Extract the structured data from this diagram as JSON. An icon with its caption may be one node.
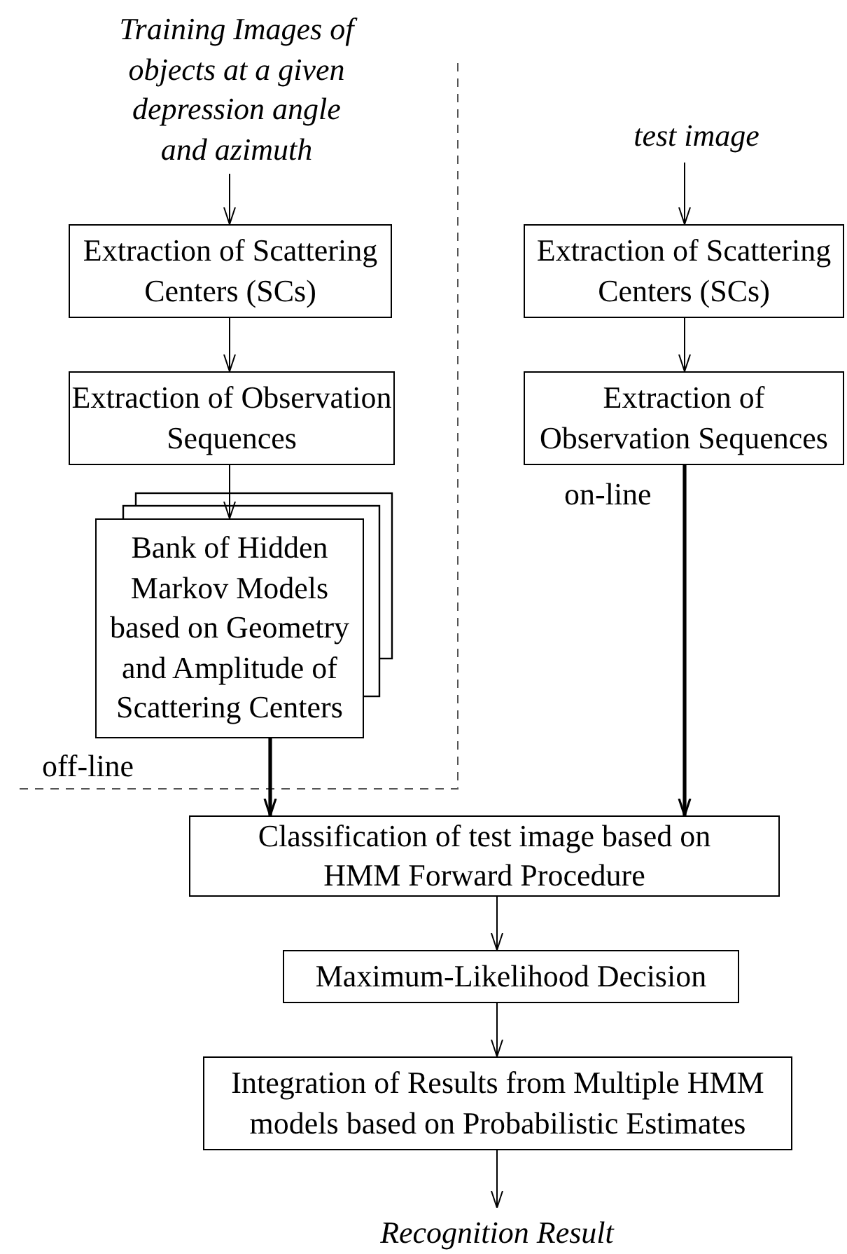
{
  "diagram": {
    "nodes": [
      {
        "text": [
          "Training Images of objects at a given depression angle and azimuth"
        ]
      },
      {
        "text": [
          "Extraction of Scattering Centers (SCs)"
        ]
      },
      {
        "text": [
          "Extraction of Observation Sequences"
        ]
      },
      {
        "text": [
          "Bank of Hidden Markov Models based on Geometry and Amplitude of Scattering Centers"
        ]
      },
      {
        "text": [
          "test image"
        ]
      },
      {
        "text": [
          "Extraction of Scattering Centers (SCs)"
        ]
      },
      {
        "text": [
          "Extraction of Observation Sequences"
        ]
      },
      {
        "text": [
          "Classification of test image based on HMM Forward Procedure"
        ]
      },
      {
        "text": [
          "Maximum-Likelihood Decision"
        ]
      },
      {
        "text": [
          "Integration of Results from Multiple HMM models based on Probabilistic Estimates"
        ]
      },
      {
        "text": [
          "Recognition Result"
        ]
      }
    ],
    "edges": [
      {
        "from": 0,
        "to": 1,
        "arrow": "to"
      },
      {
        "from": 1,
        "to": 2,
        "arrow": "to"
      },
      {
        "from": 2,
        "to": 3,
        "arrow": "to"
      },
      {
        "from": 4,
        "to": 5,
        "arrow": "to"
      },
      {
        "from": 5,
        "to": 6,
        "arrow": "to"
      },
      {
        "from": 3,
        "to": 7,
        "arrow": "to",
        "style": "thick"
      },
      {
        "from": 6,
        "to": 7,
        "arrow": "to",
        "style": "thick"
      },
      {
        "from": 7,
        "to": 8,
        "arrow": "to"
      },
      {
        "from": 8,
        "to": 9,
        "arrow": "to"
      },
      {
        "from": 9,
        "to": 10,
        "arrow": "to"
      }
    ],
    "labels": [
      "on-line",
      "off-line"
    ]
  }
}
